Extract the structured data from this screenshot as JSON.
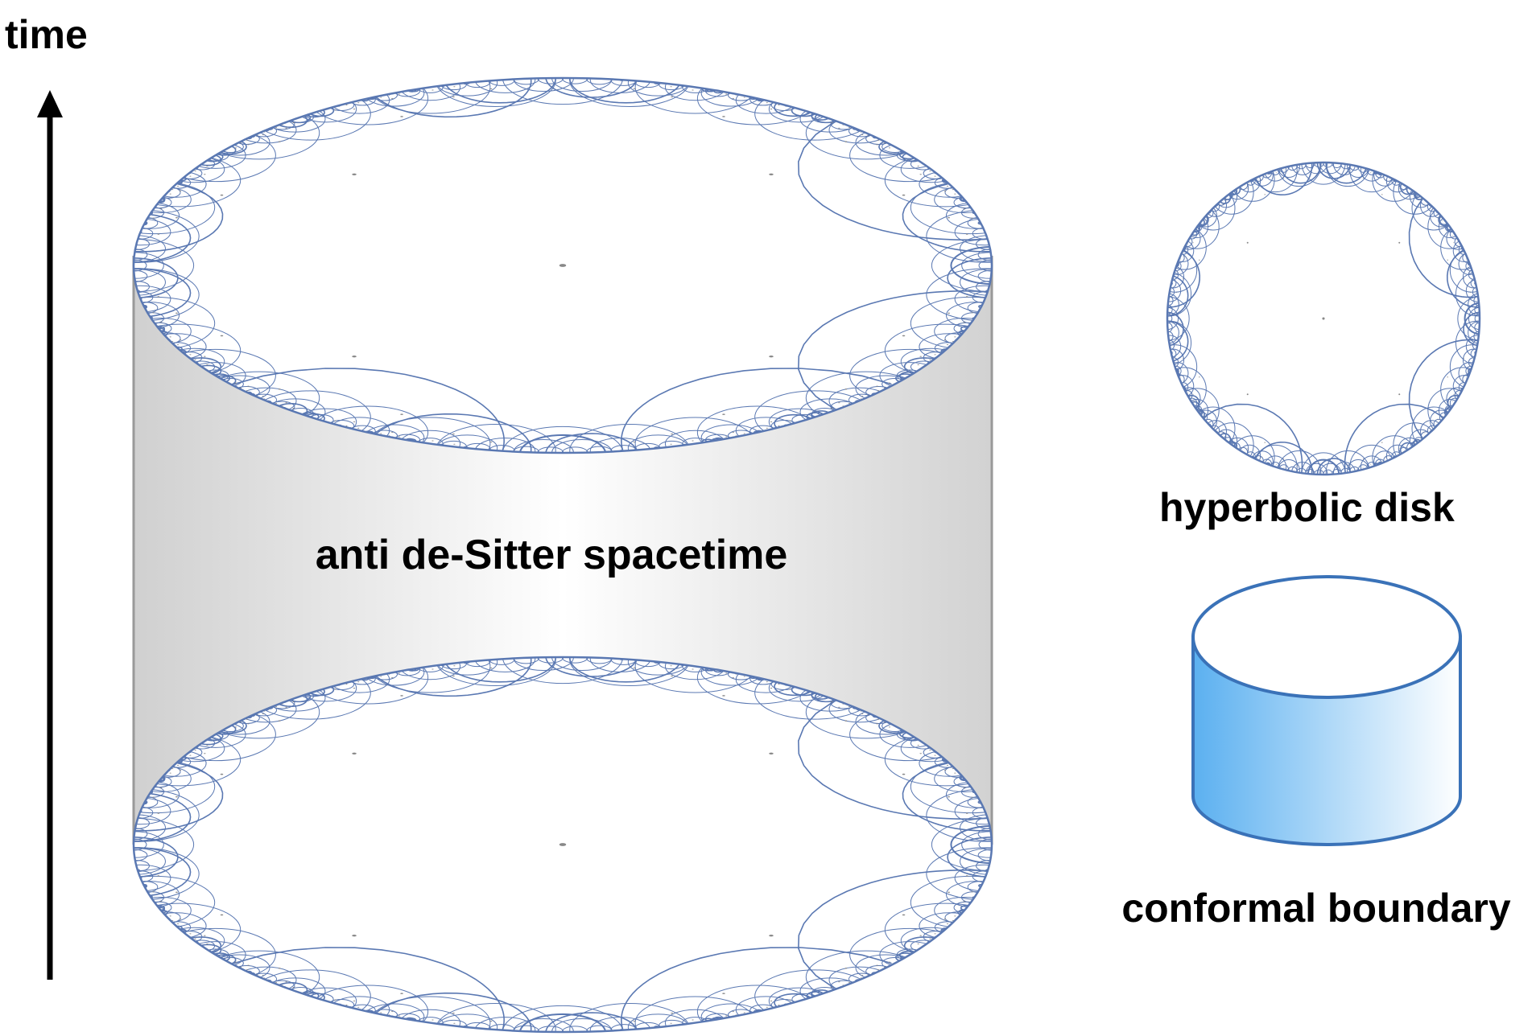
{
  "labels": {
    "time": "time",
    "spacetime": "anti de-Sitter spacetime",
    "hyperbolic_disk": "hyperbolic disk",
    "conformal_boundary": "conformal boundary"
  },
  "colors": {
    "tiling_line": "#5a78b2",
    "tiling_dot": "#888888",
    "cylinder_wall_edge": "#d0d0d0",
    "cylinder_wall_center": "#ffffff",
    "cylinder_outline": "#999999",
    "boundary_fill_left": "#5bb0f0",
    "boundary_fill_right": "#ffffff",
    "boundary_stroke": "#3a72b8",
    "arrow": "#000000"
  },
  "icons": {
    "time_arrow": "up-arrow-icon",
    "disk": "hyperbolic-tiling-icon",
    "boundary": "cylinder-icon"
  }
}
